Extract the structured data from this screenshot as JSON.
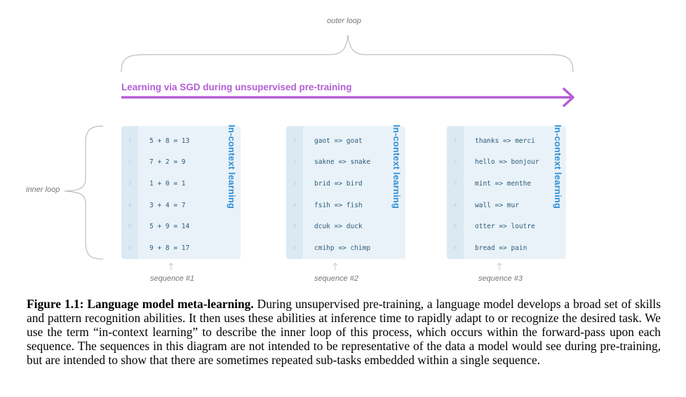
{
  "diagram": {
    "outer_loop_label": "outer loop",
    "inner_loop_label": "inner loop",
    "sgd_label": "Learning via SGD during unsupervised pre-training",
    "in_context_label": "In-context learning",
    "colors": {
      "sgd": "#b45ed6",
      "in_context": "#2f8fd6",
      "brace": "#bdbdbd",
      "panel": "#e9f2f8"
    },
    "sequences": [
      {
        "label": "sequence #1",
        "lines": [
          {
            "n": "1",
            "text": "5 + 8 = 13"
          },
          {
            "n": "2",
            "text": "7 + 2 = 9"
          },
          {
            "n": "3",
            "text": "1 + 0 = 1"
          },
          {
            "n": "4",
            "text": "3 + 4 = 7"
          },
          {
            "n": "5",
            "text": "5 + 9 = 14"
          },
          {
            "n": "6",
            "text": "9 + 8 = 17"
          }
        ]
      },
      {
        "label": "sequence #2",
        "lines": [
          {
            "n": "1",
            "text": "gaot => goat"
          },
          {
            "n": "2",
            "text": "sakne => snake"
          },
          {
            "n": "3",
            "text": "brid => bird"
          },
          {
            "n": "4",
            "text": "fsih => fish"
          },
          {
            "n": "5",
            "text": "dcuk => duck"
          },
          {
            "n": "6",
            "text": "cmihp => chimp"
          }
        ]
      },
      {
        "label": "sequence #3",
        "lines": [
          {
            "n": "1",
            "text": "thanks => merci"
          },
          {
            "n": "2",
            "text": "hello => bonjour"
          },
          {
            "n": "3",
            "text": "mint => menthe"
          },
          {
            "n": "4",
            "text": "wall => mur"
          },
          {
            "n": "5",
            "text": "otter => loutre"
          },
          {
            "n": "6",
            "text": "bread => pain"
          }
        ]
      }
    ]
  },
  "caption": {
    "title": "Figure 1.1: Language model meta-learning.",
    "body": " During unsupervised pre-training, a language model develops a broad set of skills and pattern recognition abilities. It then uses these abilities at inference time to rapidly adapt to or recognize the desired task. We use the term “in-context learning” to describe the inner loop of this process, which occurs within the forward-pass upon each sequence. The sequences in this diagram are not intended to be representative of the data a model would see during pre-training, but are intended to show that there are sometimes repeated sub-tasks embedded within a single sequence."
  }
}
